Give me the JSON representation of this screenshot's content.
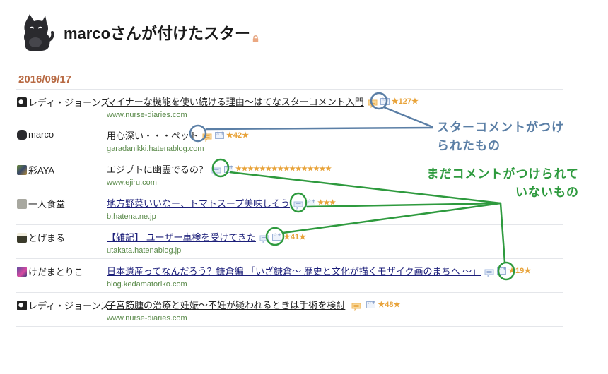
{
  "header": {
    "title": "marcoさんが付けたスター",
    "avatar_icon": "cat-avatar-icon",
    "lock_icon": "lock-icon"
  },
  "date": "2016/09/17",
  "colors": {
    "date": "#b86a43",
    "domain": "#5a8a4a",
    "star": "#e8a33a",
    "comment_filled": "#f3c67a",
    "comment_empty": "#a9bde0",
    "annotation_blue": "#5b7fa6",
    "annotation_green": "#2e9a3e"
  },
  "rows": [
    {
      "user": "レディ・ジョーンズ",
      "title": "マイナーな機能を使い続ける理由〜はてなスターコメント入門",
      "domain": "www.nurse-diaries.com",
      "comment": "filled",
      "stars": "★127★",
      "visited": false
    },
    {
      "user": "marco",
      "title": "用心深い・・・ペット",
      "domain": "garadanikki.hatenablog.com",
      "comment": "filled",
      "stars": "★42★",
      "visited": false
    },
    {
      "user": "彩AYA",
      "title": "エジプトに幽霊でるの？",
      "domain": "www.ejiru.com",
      "comment": "empty",
      "stars": "★★★★★★★★★★★★★★★★",
      "visited": false
    },
    {
      "user": "一人食堂",
      "title": "地方野菜いいなー、トマトスープ美味しそう",
      "domain": "b.hatena.ne.jp",
      "comment": "empty",
      "stars": "★★★",
      "visited": true
    },
    {
      "user": "とげまる",
      "title": "【雑記】 ユーザー車検を受けてきた",
      "domain": "utakata.hatenablog.jp",
      "comment": "empty",
      "stars": "★41★",
      "visited": true
    },
    {
      "user": "けだまとりこ",
      "title": "日本遺産ってなんだろう？鎌倉編 「いざ鎌倉〜 歴史と文化が描くモザイク画のまちへ 〜」",
      "domain": "blog.kedamatoriko.com",
      "comment": "empty",
      "stars": "★19★",
      "visited": true
    },
    {
      "user": "レディ・ジョーンズ",
      "title": "子宮筋腫の治療と妊娠〜不妊が疑われるときは手術を検討",
      "domain": "www.nurse-diaries.com",
      "comment": "filled",
      "stars": "★48★",
      "visited": false
    }
  ],
  "annotations": {
    "commented": "スターコメントがつけられたもの",
    "commented_line1": "スターコメントがつけ",
    "commented_line2": "られたもの",
    "not_commented_line1": "まだコメントがつけられて",
    "not_commented_line2": "いないもの"
  }
}
